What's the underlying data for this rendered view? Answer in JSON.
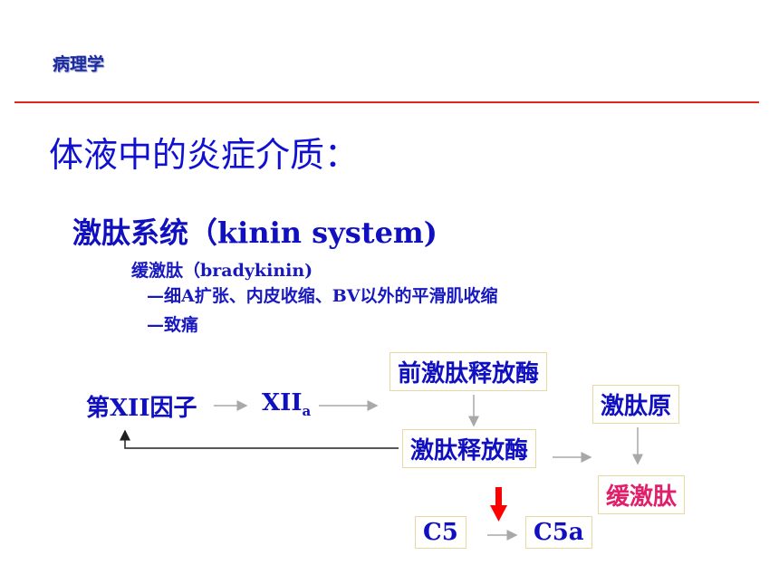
{
  "header": {
    "course": "病理学"
  },
  "title": "体液中的炎症介质：",
  "subtitle": "激肽系统（kinin system)",
  "bullets": [
    "缓激肽（bradykinin)",
    "—细A扩张、内皮收缩、BV以外的平滑肌收缩",
    "—致痛"
  ],
  "diagram": {
    "factor12": "第XII因子",
    "xiia_main": "XII",
    "xiia_sub": "a",
    "prekallikrein": "前激肽释放酶",
    "kallikrein": "激肽释放酶",
    "kininogen": "激肽原",
    "bradykinin": "缓激肽",
    "c5": "C5",
    "c5a": "C5a"
  },
  "colors": {
    "title": "#1010d0",
    "rule": "#e0281e",
    "bradykinin": "#e0206a",
    "arrow_red": "#ff0000"
  }
}
